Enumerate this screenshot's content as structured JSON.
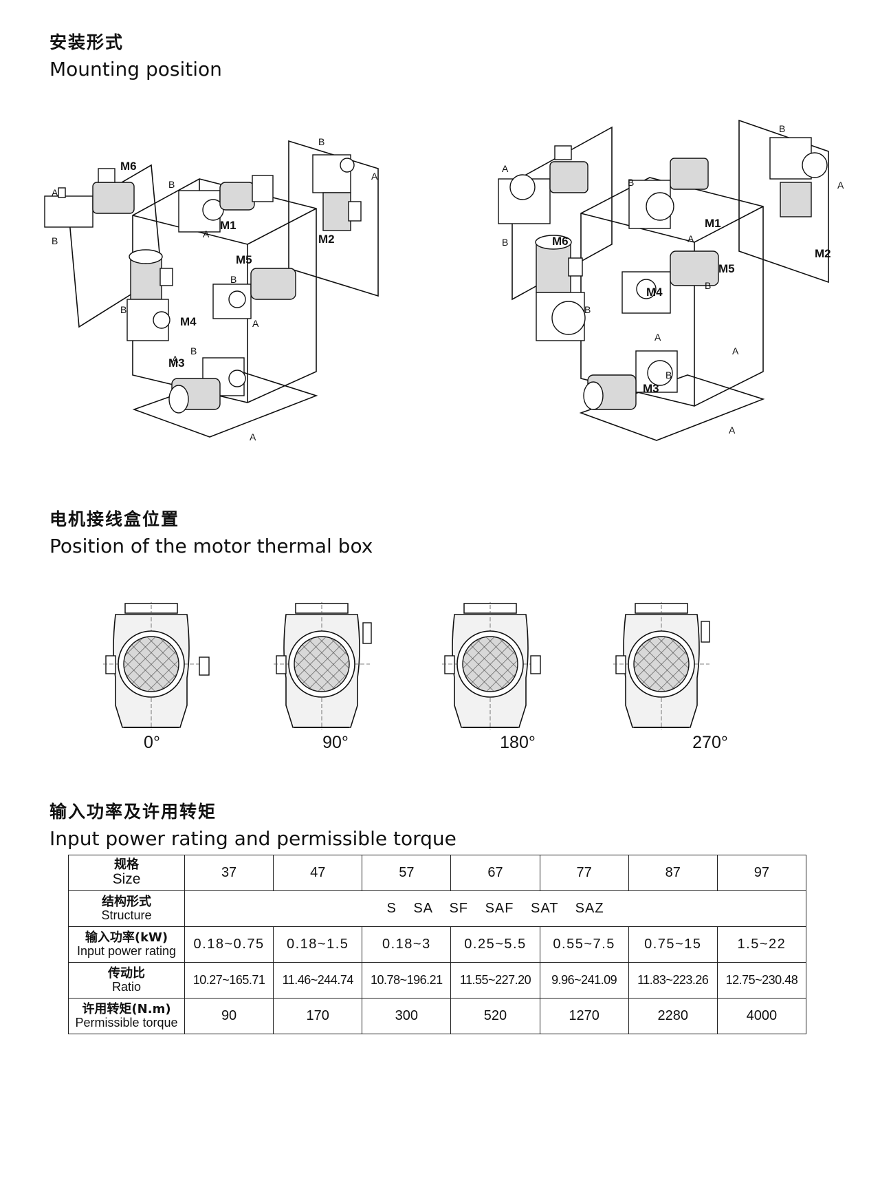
{
  "section1": {
    "title_zh": "安装形式",
    "title_en": "Mounting position"
  },
  "mount_labels": {
    "m1": "M1",
    "m2": "M2",
    "m3": "M3",
    "m4": "M4",
    "m5": "M5",
    "m6": "M6",
    "a": "A",
    "b": "B"
  },
  "section2": {
    "title_zh": "电机接线盒位置",
    "title_en": "Position of the motor thermal box",
    "angles": [
      "0°",
      "90°",
      "180°",
      "270°"
    ]
  },
  "section3": {
    "title_zh": "输入功率及许用转矩",
    "title_en": "Input power rating and permissible torque"
  },
  "table": {
    "size_zh": "规格",
    "size_en": "Size",
    "sizes": [
      "37",
      "47",
      "57",
      "67",
      "77",
      "87",
      "97"
    ],
    "structure_zh": "结构形式",
    "structure_en": "Structure",
    "structure_value": "S SA SF SAF SAT SAZ",
    "power_zh": "输入功率(kW)",
    "power_en": "Input power rating",
    "power": [
      "0.18~0.75",
      "0.18~1.5",
      "0.18~3",
      "0.25~5.5",
      "0.55~7.5",
      "0.75~15",
      "1.5~22"
    ],
    "ratio_zh": "传动比",
    "ratio_en": "Ratio",
    "ratio": [
      "10.27~165.71",
      "11.46~244.74",
      "10.78~196.21",
      "11.55~227.20",
      "9.96~241.09",
      "11.83~223.26",
      "12.75~230.48"
    ],
    "torque_zh": "许用转矩(N.m)",
    "torque_en": "Permissible torque",
    "torque": [
      "90",
      "170",
      "300",
      "520",
      "1270",
      "2280",
      "4000"
    ]
  }
}
